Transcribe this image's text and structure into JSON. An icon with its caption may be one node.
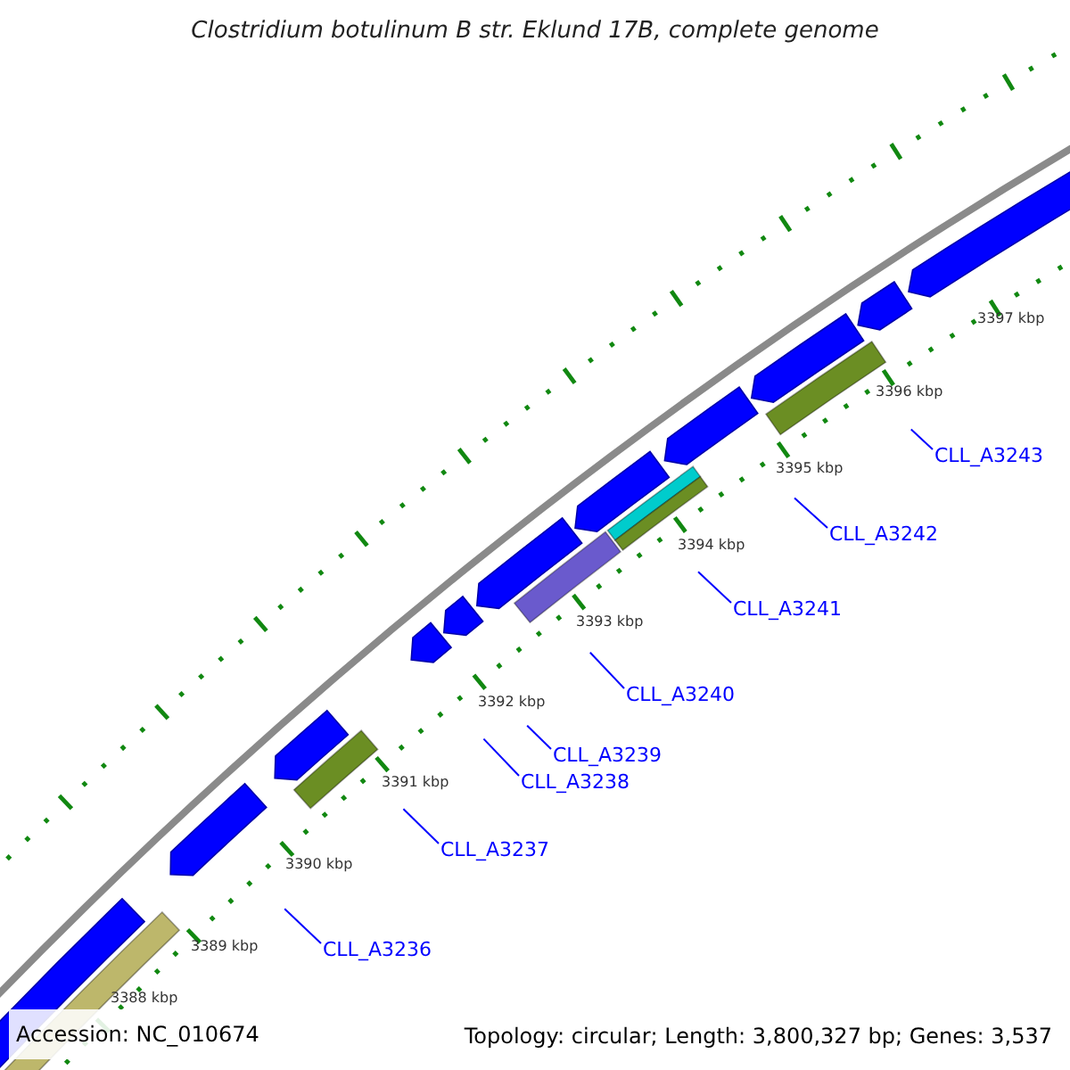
{
  "diagram": {
    "title": "Clostridium botulinum B str. Eklund 17B, complete genome",
    "nodes": [
      {
        "text": [
          "CLL_A3236"
        ]
      },
      {
        "text": [
          "CLL_A3237"
        ]
      },
      {
        "text": [
          "CLL_A3238"
        ]
      },
      {
        "text": [
          "CLL_A3239"
        ]
      },
      {
        "text": [
          "CLL_A3240"
        ]
      },
      {
        "text": [
          "CLL_A3241"
        ]
      },
      {
        "text": [
          "CLL_A3242"
        ]
      },
      {
        "text": [
          "CLL_A3243"
        ]
      }
    ],
    "edges": [
      {
        "from": 0,
        "to": null,
        "arrow": "none"
      },
      {
        "from": 1,
        "to": null,
        "arrow": "none"
      },
      {
        "from": 2,
        "to": null,
        "arrow": "none"
      },
      {
        "from": 3,
        "to": null,
        "arrow": "none"
      },
      {
        "from": 4,
        "to": null,
        "arrow": "none"
      },
      {
        "from": 5,
        "to": null,
        "arrow": "none"
      },
      {
        "from": 6,
        "to": null,
        "arrow": "none"
      },
      {
        "from": 7,
        "to": null,
        "arrow": "none"
      }
    ],
    "labels": [
      "3388 kbp",
      "3389 kbp",
      "3390 kbp",
      "3391 kbp",
      "3392 kbp",
      "3393 kbp",
      "3394 kbp",
      "3395 kbp",
      "3396 kbp",
      "3397 kbp",
      "Accession: NC_010674",
      "Topology: circular; Length: 3,800,327 bp; Genes: 3,537"
    ]
  }
}
